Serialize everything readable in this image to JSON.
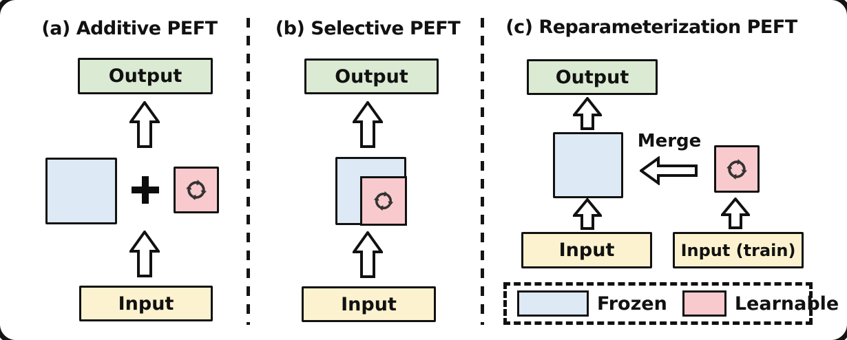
{
  "panels": [
    {
      "title": "(a) Additive PEFT",
      "output_label": "Output",
      "input_label": "Input",
      "operator": "+"
    },
    {
      "title": "(b) Selective PEFT",
      "output_label": "Output",
      "input_label": "Input"
    },
    {
      "title": "(c) Reparameterization PEFT",
      "output_label": "Output",
      "input_label": "Input",
      "input_train_label": "Input (train)",
      "merge_label": "Merge"
    }
  ],
  "legend": {
    "items": [
      {
        "label": "Frozen",
        "color": "#dde9f4"
      },
      {
        "label": "Learnable",
        "color": "#f9cacd"
      }
    ]
  },
  "colors": {
    "frozen_fill": "#dde9f4",
    "learnable_fill": "#f9cacd",
    "output_fill": "#dbead3",
    "input_fill": "#fcf2cf",
    "outline": "#111111",
    "icon_stroke": "#333333"
  },
  "icons": {
    "learnable_marker": "cycle-arrows-icon"
  }
}
